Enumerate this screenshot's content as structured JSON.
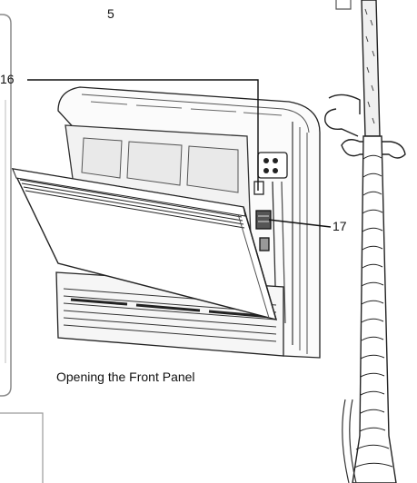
{
  "labels": {
    "top": "5",
    "left": "16",
    "right": "17"
  },
  "caption": "Opening the Front Panel"
}
